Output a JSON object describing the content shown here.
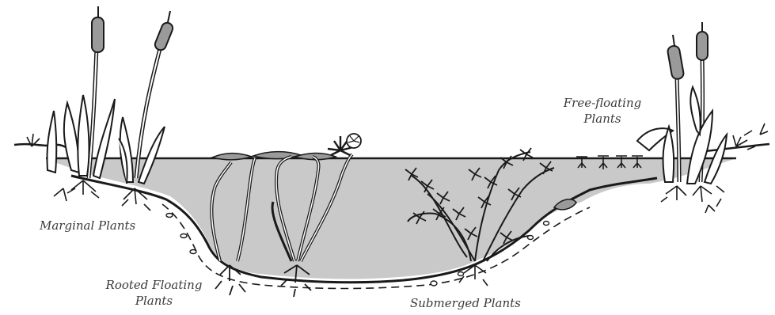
{
  "labels": {
    "marginal": "Marginal Plants",
    "rooted_line1": "Rooted Floating",
    "rooted_line2": "Plants",
    "submerged": "Submerged Plants",
    "free_line1": "Free-floating",
    "free_line2": "Plants"
  },
  "colors": {
    "water": "#c9c9c9",
    "ink": "#1a1a1a",
    "plant_fill": "#9a9a9a",
    "background": "#ffffff"
  }
}
